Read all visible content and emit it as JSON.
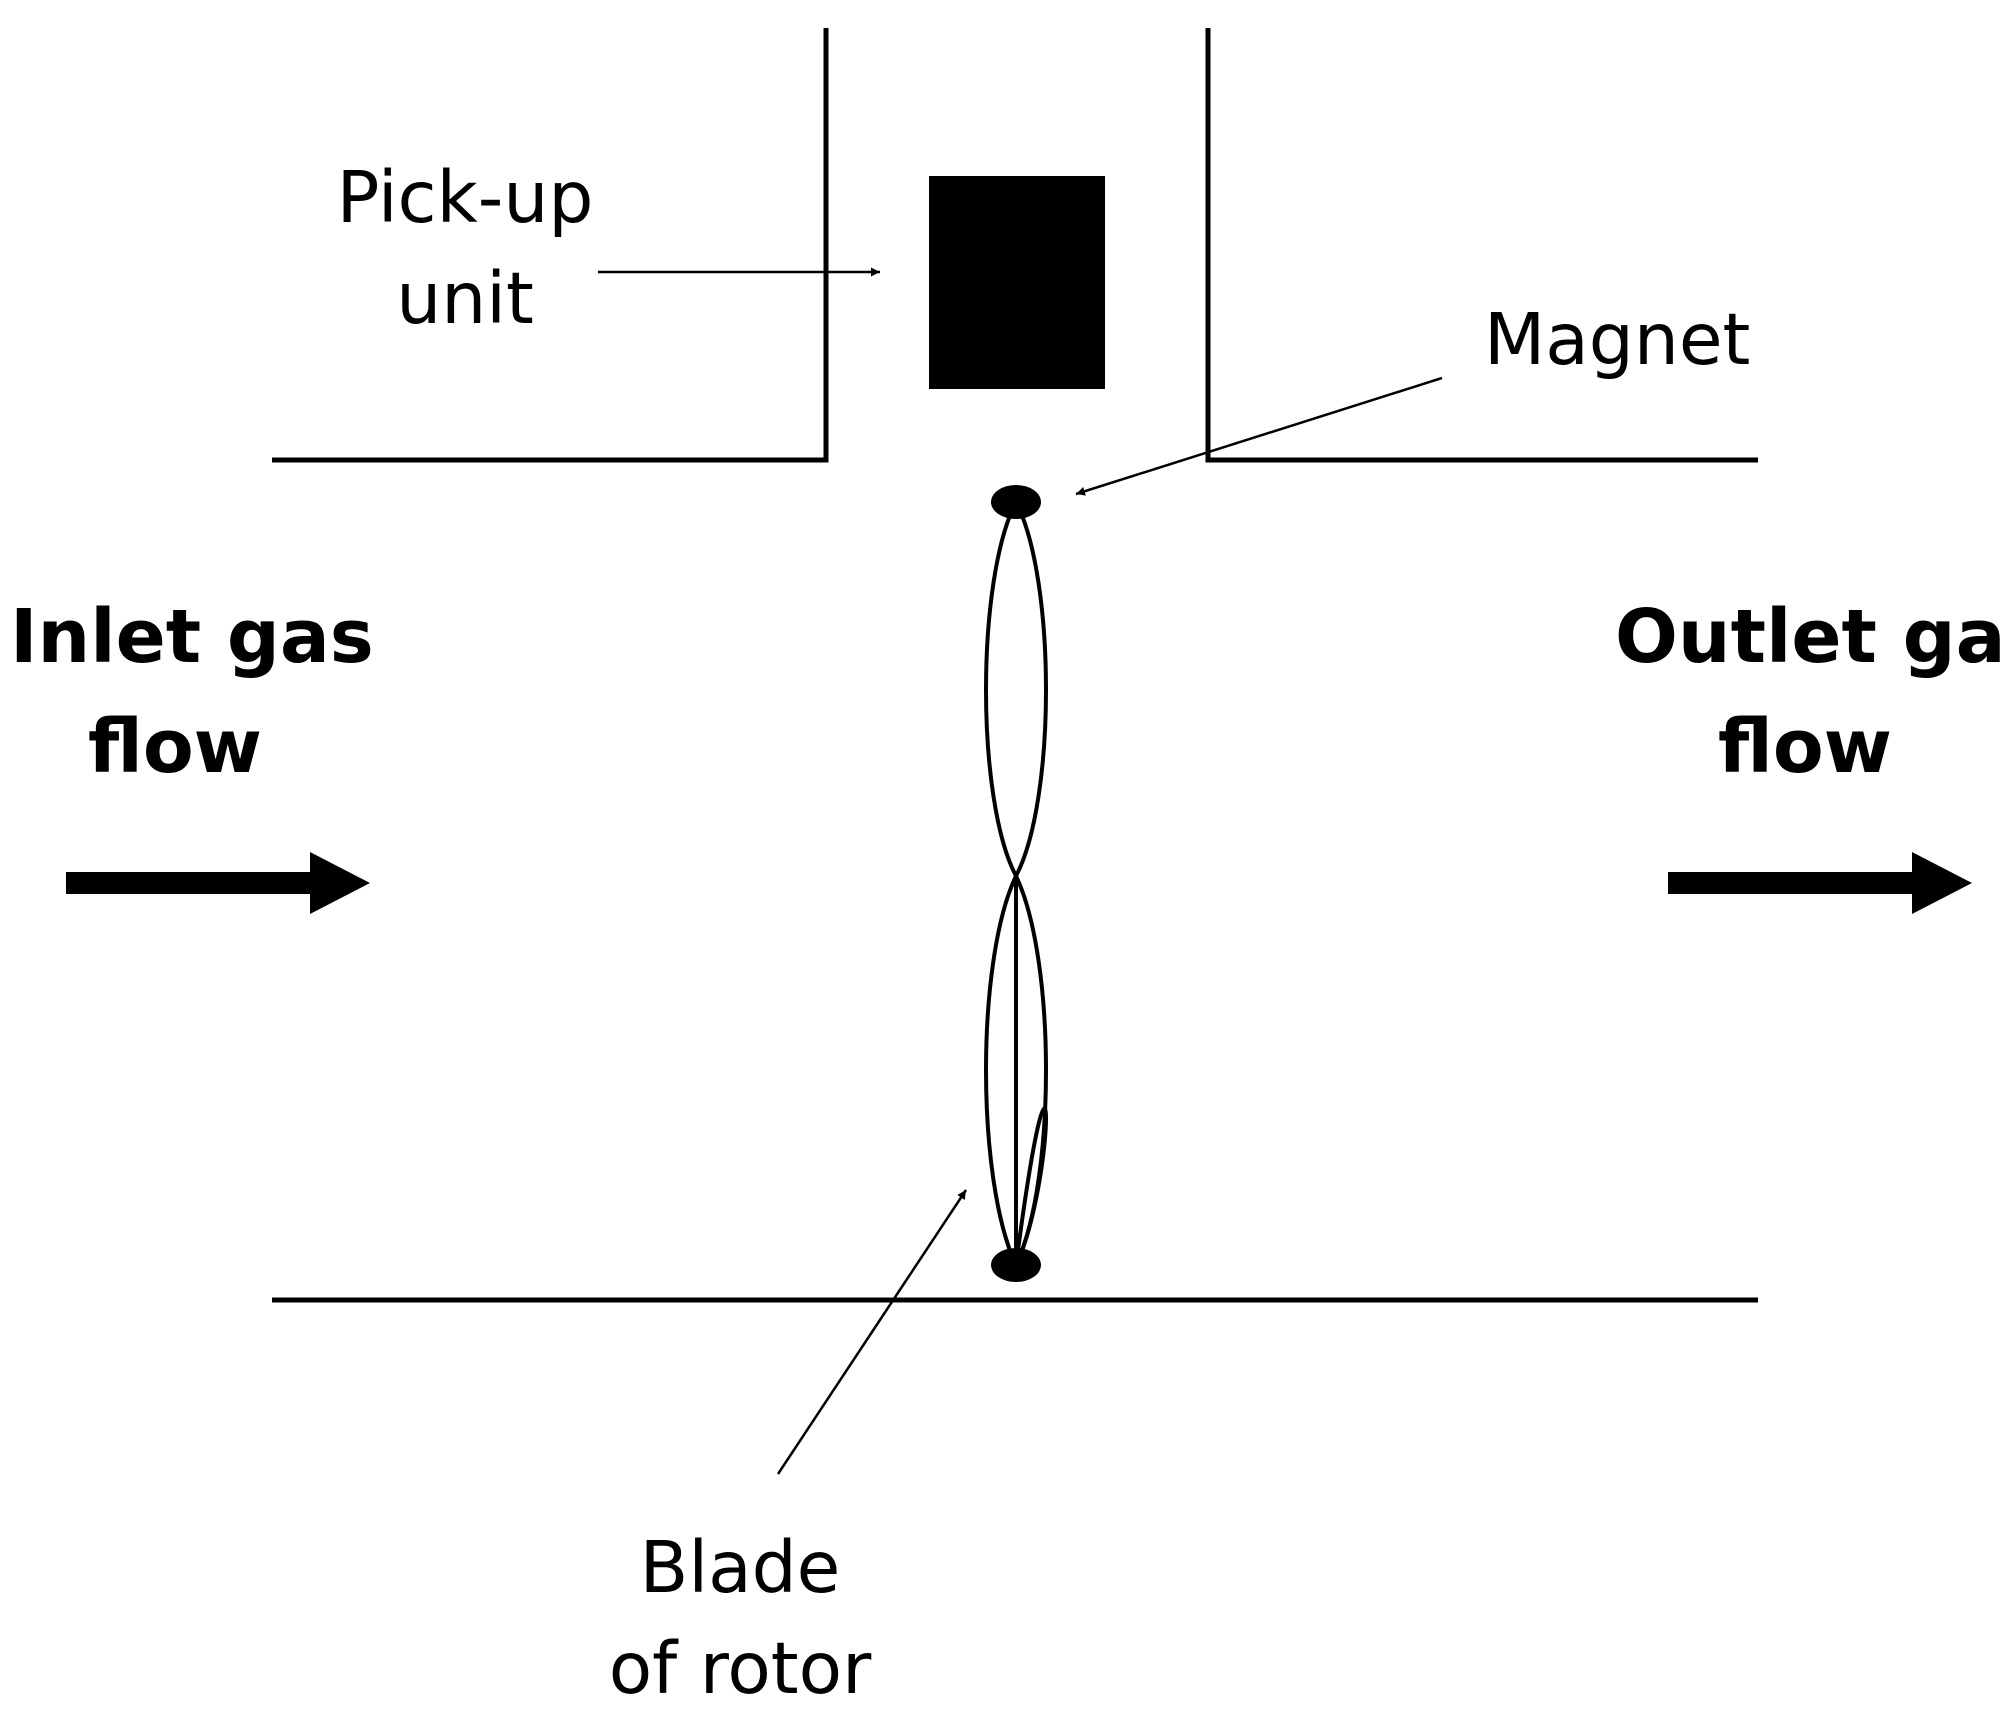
{
  "labels": {
    "pickup_line1": "Pick-up",
    "pickup_line2": "unit",
    "magnet": "Magnet",
    "inlet_line1": "Inlet gas",
    "inlet_line2": "flow",
    "outlet_line1": "Outlet gas",
    "outlet_line2": "flow",
    "blade_line1": "Blade",
    "blade_line2": "of rotor"
  },
  "colors": {
    "stroke": "#000000",
    "background": "#ffffff"
  }
}
